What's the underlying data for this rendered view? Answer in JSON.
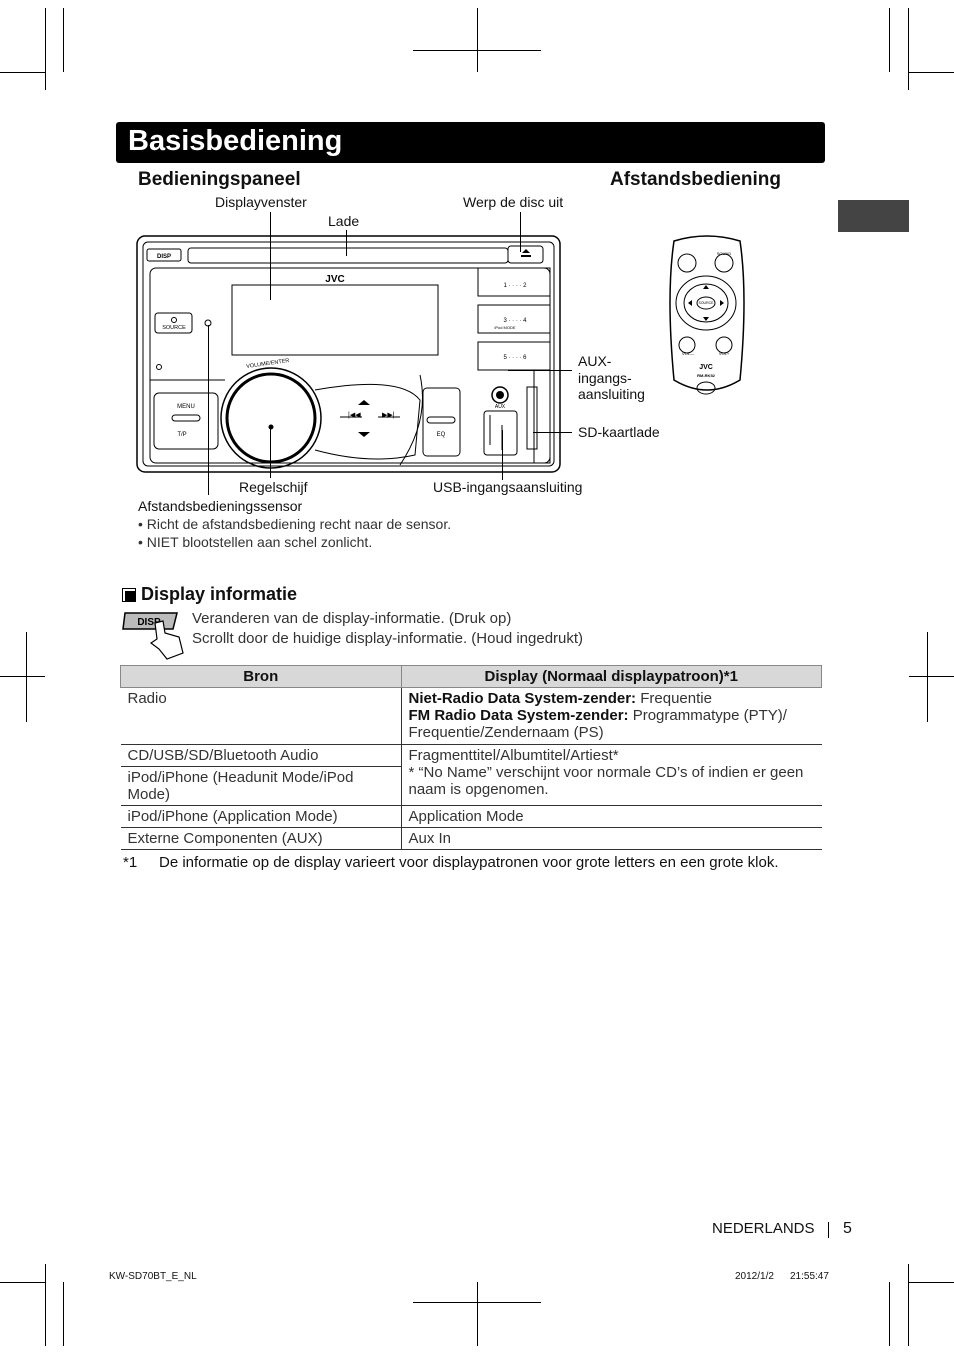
{
  "title": "Basisbediening",
  "sections": {
    "panel_heading": "Bedieningspaneel",
    "remote_heading": "Afstandsbediening",
    "display_heading": "Display informatie"
  },
  "callouts": {
    "displayvenster": "Displayvenster",
    "lade": "Lade",
    "werp": "Werp de disc uit",
    "aux1": "AUX-",
    "aux2": "ingangs-",
    "aux3": "aansluiting",
    "sd": "SD-kaartlade",
    "regelschijf": "Regelschijf",
    "usb": "USB-ingangsaansluiting",
    "sensor": "Afstandsbedieningssensor"
  },
  "sensor_notes": [
    "• Richt de afstandsbediening recht naar de sensor.",
    "• NIET blootstellen aan schel zonlicht."
  ],
  "device": {
    "disp": "DISP",
    "brand": "JVC",
    "source": "SOURCE",
    "volume": "VOLUME/ENTER",
    "menu": "MENU",
    "tp": "T/P",
    "eq": "EQ",
    "aux": "AUX",
    "preset1": "1 · · · · 2",
    "preset2": "3 · · · · 4",
    "preset2_sub": "iPod MODE",
    "preset3": "5 · · · · 6"
  },
  "remote": {
    "sound": "SOUND",
    "source": "SOURCE",
    "vol_minus": "VOL—",
    "vol_plus": "VOL+",
    "brand": "JVC",
    "model": "RM-RK52"
  },
  "disp_button": "DISP",
  "disp_desc": [
    "Veranderen van de display-informatie. (Druk op)",
    "Scrollt door de huidige display-informatie. (Houd ingedrukt)"
  ],
  "table": {
    "headers": [
      "Bron",
      "Display (Normaal displaypatroon)*1"
    ],
    "radio_src": "Radio",
    "radio_l1_b": "Niet-Radio Data System-zender:",
    "radio_l1": " Frequentie",
    "radio_l2_b": "FM Radio Data System-zender:",
    "radio_l2": " Programmatype (PTY)/",
    "radio_l3": "Frequentie/Zendernaam (PS)",
    "cd_src": "CD/USB/SD/Bluetooth Audio",
    "ipod_src": "iPod/iPhone (Headunit Mode/iPod Mode)",
    "cd_l1": "Fragmenttitel/Albumtitel/Artiest*",
    "cd_l2": "* “No Name” verschijnt voor normale CD’s of indien er geen naam is opgenomen.",
    "app_src": "iPod/iPhone (Application Mode)",
    "app_val": "Application Mode",
    "aux_src": "Externe Componenten (AUX)",
    "aux_val": "Aux In"
  },
  "footnote_mark": "*1",
  "footnote": "De informatie op de display varieert voor displaypatronen voor grote letters en een grote klok.",
  "footer": {
    "language": "NEDERLANDS",
    "page": "5",
    "file": "KW-SD70BT_E_NL",
    "date": "2012/1/2",
    "time": "21:55:47"
  }
}
